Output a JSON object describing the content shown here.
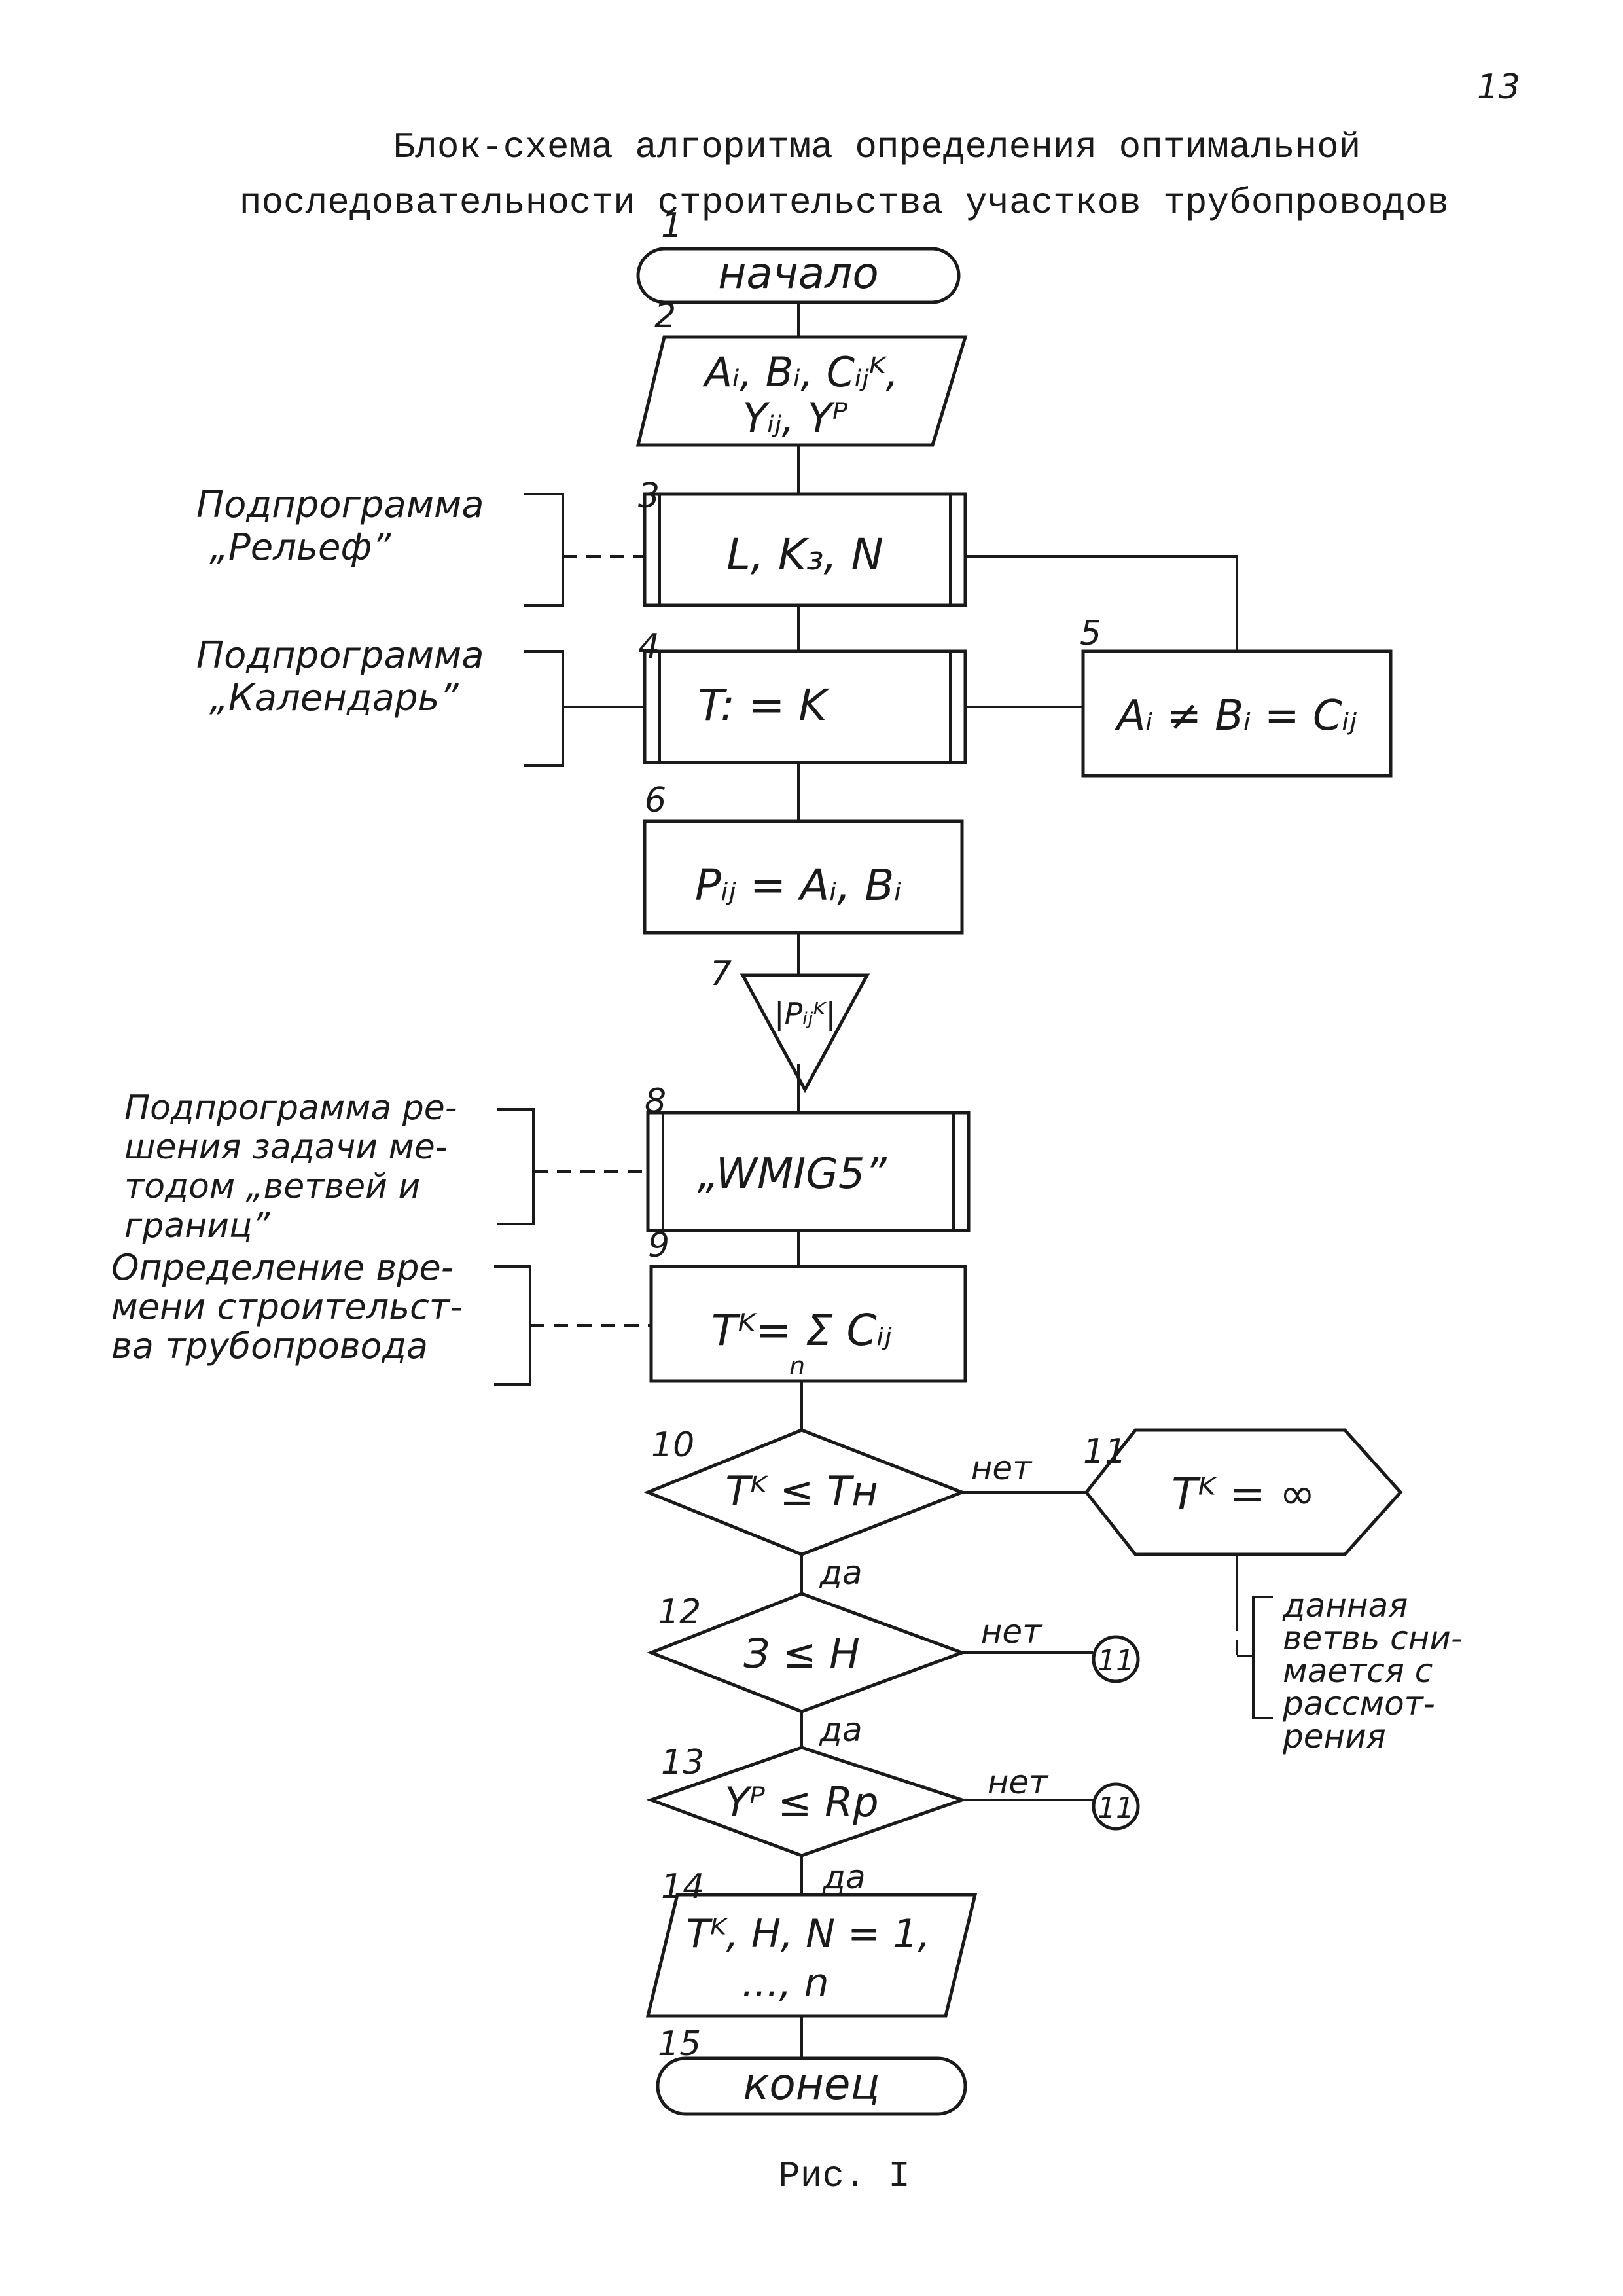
{
  "page_number": "13",
  "title": {
    "line1": "Блок-схема алгоритма определения оптимальной",
    "line2": "последовательности строительства участков трубопроводов"
  },
  "caption": "Рис. I",
  "blocks": [
    {
      "num": "1",
      "text": "начало"
    },
    {
      "num": "2",
      "line1": "Aᵢ, Bᵢ, Cᵢⱼᴷ,",
      "line2": "Yᵢⱼ, Yᴾ"
    },
    {
      "num": "3",
      "text": "L, K₃, N"
    },
    {
      "num": "4",
      "text": "T: = K"
    },
    {
      "num": "5",
      "text": "Aᵢ ≠ Bᵢ = Cᵢⱼ"
    },
    {
      "num": "6",
      "text": "Pᵢⱼ = Aᵢ, Bᵢ"
    },
    {
      "num": "7",
      "text": "|Pᵢⱼᴷ|"
    },
    {
      "num": "8",
      "text": "„WMIG5”"
    },
    {
      "num": "9",
      "text": "Tᴷ= Σ Cᵢⱼ",
      "sub": "n"
    },
    {
      "num": "10",
      "text": "Tᴷ ≤ Tн"
    },
    {
      "num": "11",
      "text": "Tᴷ = ∞"
    },
    {
      "num": "12",
      "text": "З ≤ H"
    },
    {
      "num": "13",
      "text": "Yᴾ ≤ Rр"
    },
    {
      "num": "14",
      "line1": "Tᴷ, H, N = 1,",
      "line2": "..., n"
    },
    {
      "num": "15",
      "text": "конец"
    }
  ],
  "connector_label": "11",
  "branch": {
    "no": "нет",
    "yes": "да"
  },
  "comments": {
    "relief": [
      "Подпрограмма",
      "„Рельеф”"
    ],
    "calendar": [
      "Подпрограмма",
      "„Календарь”"
    ],
    "bnb": [
      "Подпрограмма ре-",
      "шения задачи ме-",
      "тодом „ветвей и",
      "границ”"
    ],
    "time": [
      "Определение вре-",
      "мени строительст-",
      "ва трубопровода"
    ],
    "branch_removed": [
      "данная",
      "ветвь сни-",
      "мается с",
      "рассмот-",
      "рения"
    ]
  }
}
